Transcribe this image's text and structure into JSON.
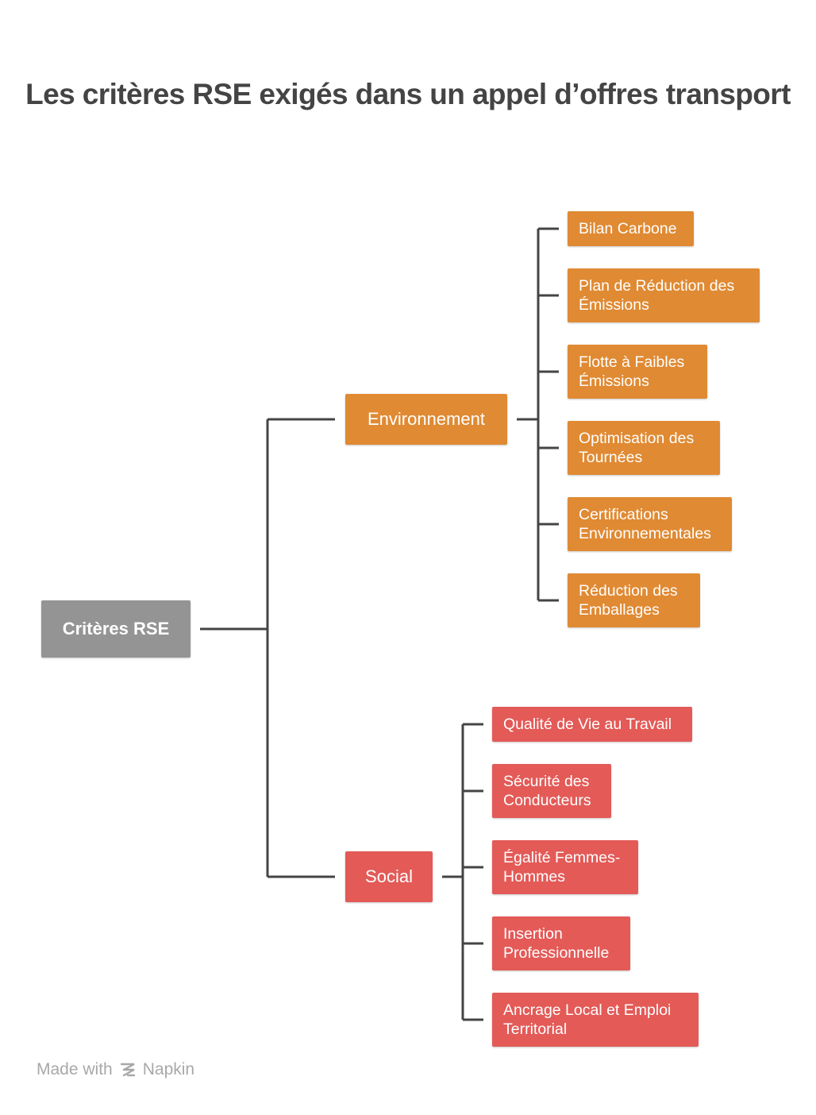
{
  "title": "Les critères RSE exigés dans un appel d’offres transport",
  "root": {
    "label": "Critères RSE",
    "color": "#949494"
  },
  "branches": [
    {
      "label": "Environnement",
      "color": "#e08a33",
      "items": [
        "Bilan Carbone",
        "Plan de Réduction des Émissions",
        "Flotte à Faibles Émissions",
        "Optimisation des Tournées",
        "Certifications Environnementales",
        "Réduction des Emballages"
      ]
    },
    {
      "label": "Social",
      "color": "#e35a57",
      "items": [
        "Qualité de Vie au Travail",
        "Sécurité des Conducteurs",
        "Égalité Femmes-Hommes",
        "Insertion Professionnelle",
        "Ancrage Local et Emploi Territorial"
      ]
    }
  ],
  "connector_color": "#444444",
  "footer": {
    "prefix": "Made with",
    "brand": "Napkin",
    "icon": "napkin-logo-icon"
  }
}
